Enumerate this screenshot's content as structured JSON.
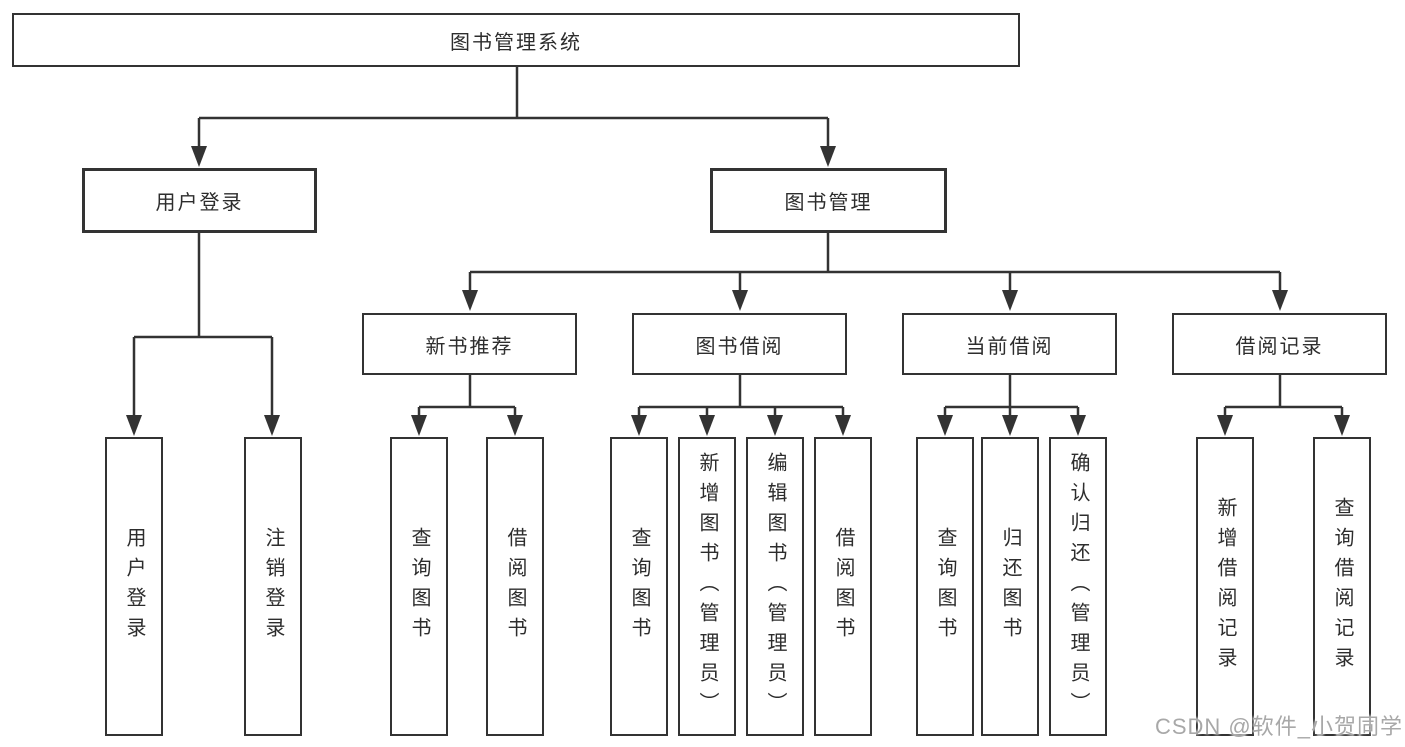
{
  "tree": {
    "root": {
      "label": "图书管理系统"
    },
    "branches": [
      {
        "label": "用户登录",
        "children": [
          {
            "label": "用户登录"
          },
          {
            "label": "注销登录"
          }
        ]
      },
      {
        "label": "图书管理",
        "children": [
          {
            "label": "新书推荐",
            "children": [
              {
                "label": "查询图书"
              },
              {
                "label": "借阅图书"
              }
            ]
          },
          {
            "label": "图书借阅",
            "children": [
              {
                "label": "查询图书"
              },
              {
                "label": "新增图书（管理员）"
              },
              {
                "label": "编辑图书（管理员）"
              },
              {
                "label": "借阅图书"
              }
            ]
          },
          {
            "label": "当前借阅",
            "children": [
              {
                "label": "查询图书"
              },
              {
                "label": "归还图书"
              },
              {
                "label": "确认归还（管理员）"
              }
            ]
          },
          {
            "label": "借阅记录",
            "children": [
              {
                "label": "新增借阅记录"
              },
              {
                "label": "查询借阅记录"
              }
            ]
          }
        ]
      }
    ]
  },
  "watermark": "CSDN @软件_小贺同学",
  "colors": {
    "line": "#333333",
    "box_border": "#333333",
    "text": "#2d2d2d",
    "watermark_text": "#a8a8a8",
    "background": "#ffffff"
  }
}
